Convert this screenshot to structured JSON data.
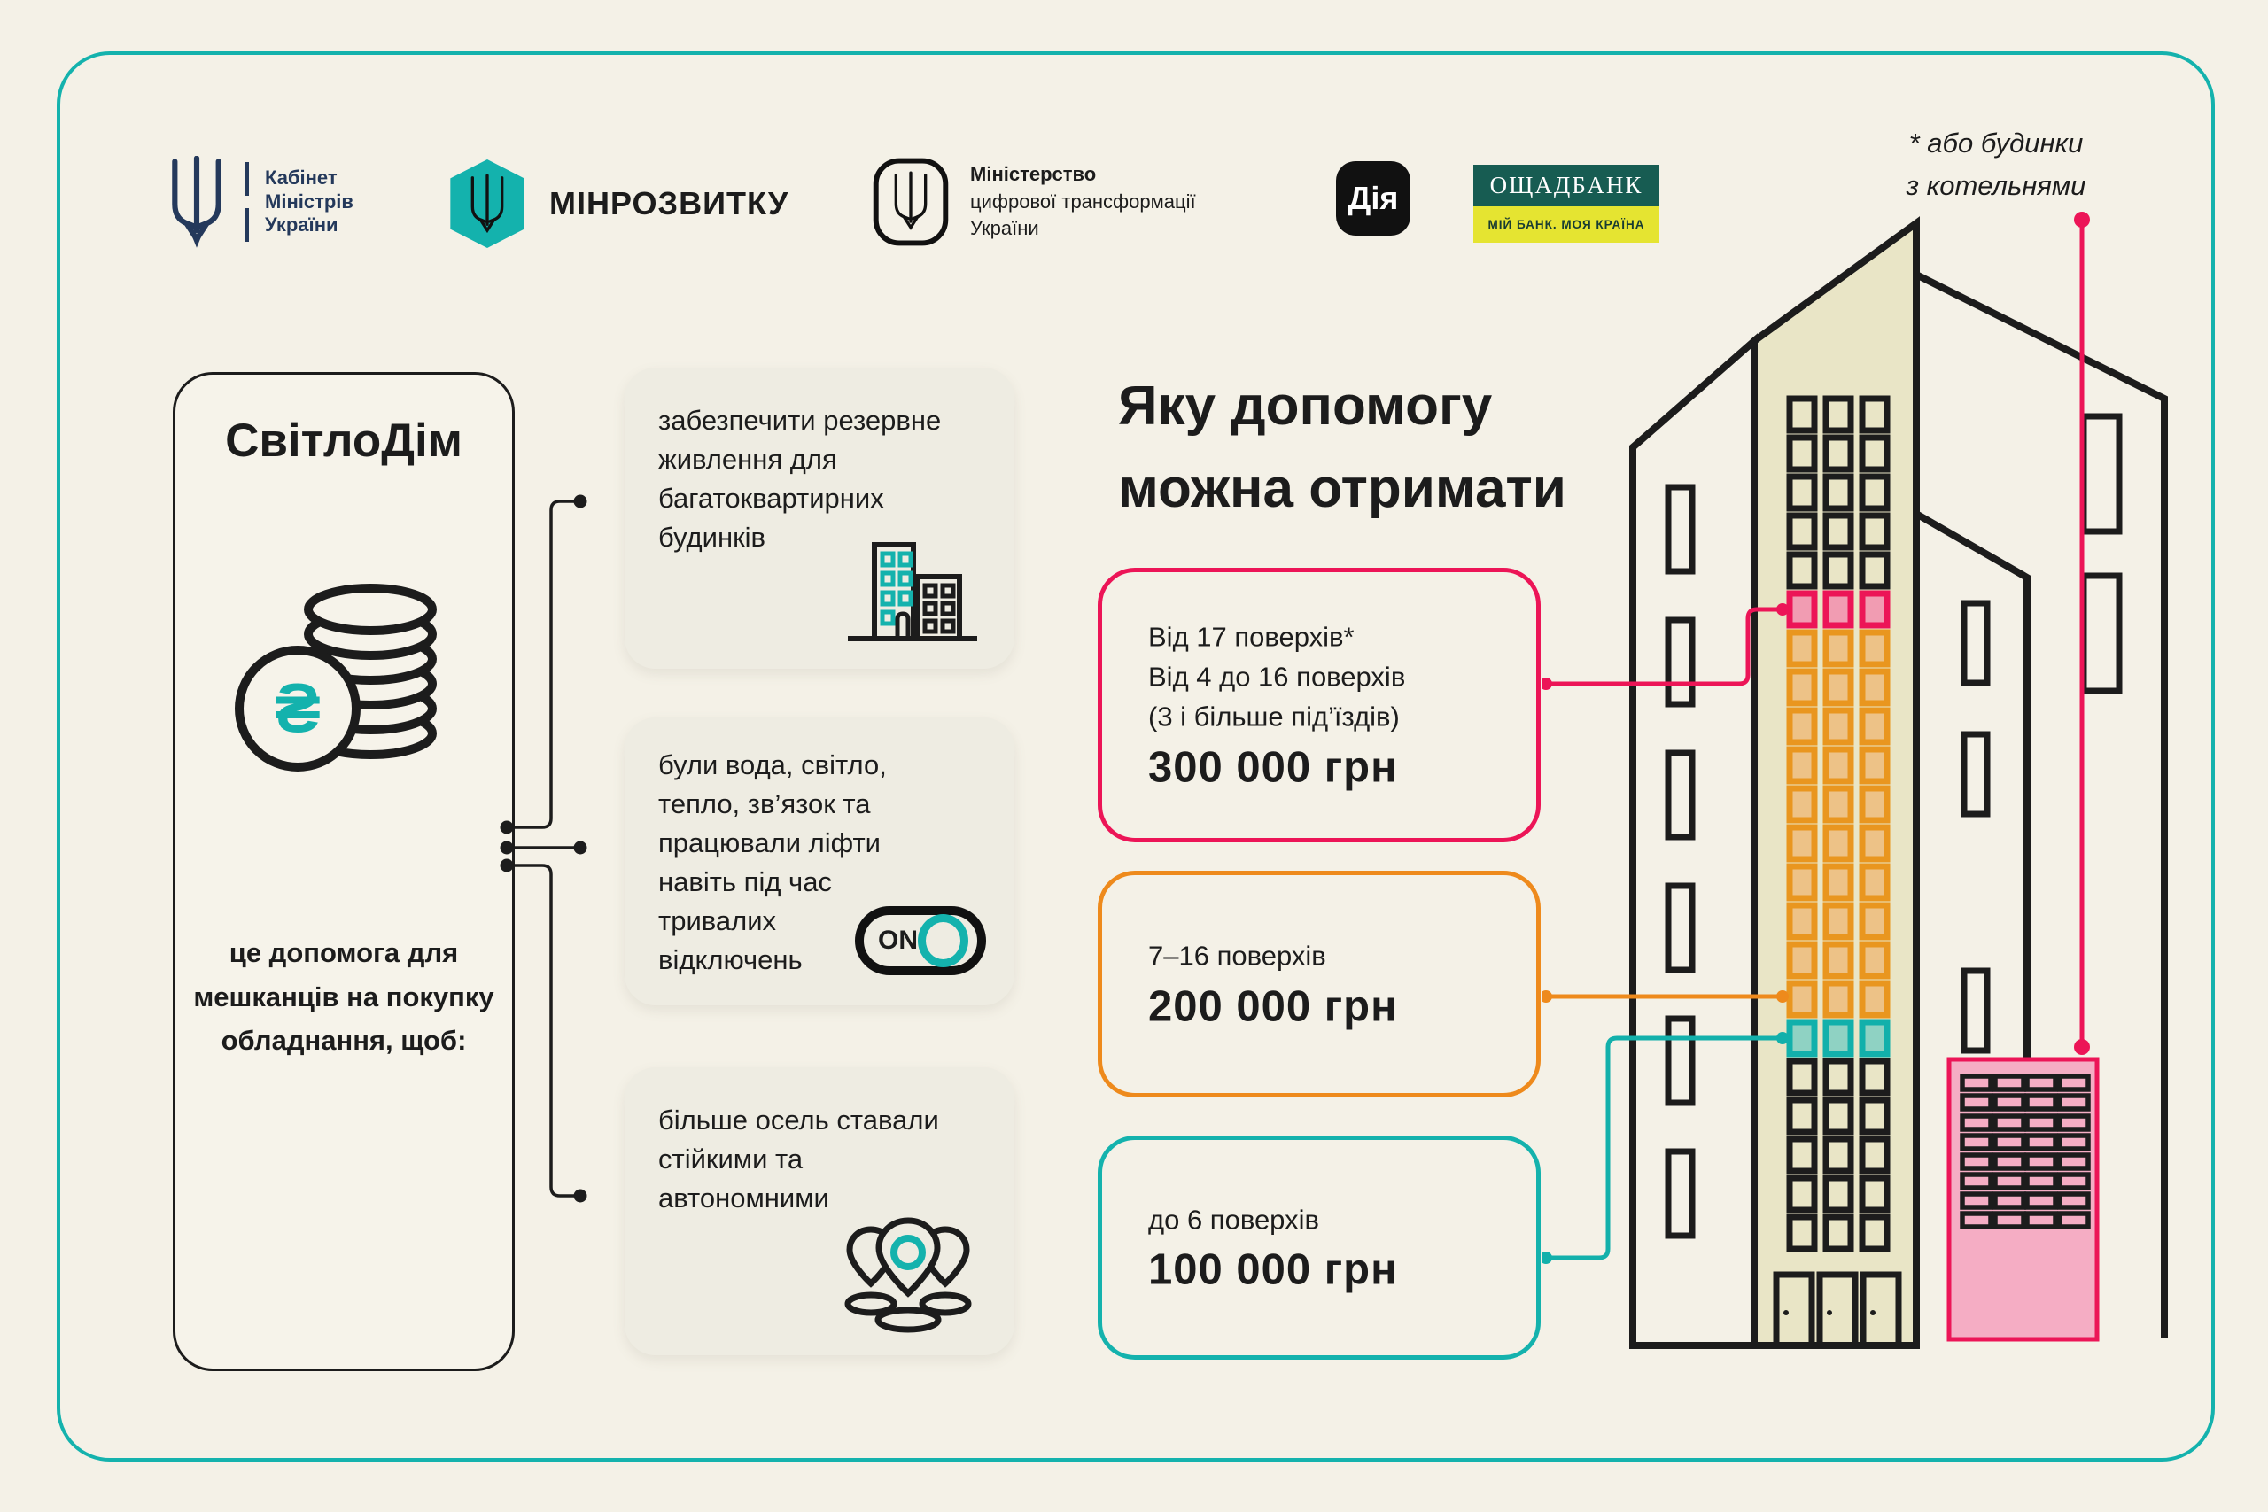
{
  "palette": {
    "background": "#f4f1e7",
    "teal": "#14b2ad",
    "crimson": "#ec1557",
    "orange": "#ee8a1c",
    "beige_building": "#e9e5c6",
    "pink_building": "#f5adc4",
    "navy": "#24395b",
    "oschad_green": "#175c52",
    "oschad_yellow": "#e5e431"
  },
  "note": {
    "line1": "* або будинки",
    "line2": "з котельнями"
  },
  "logos": {
    "kmu": {
      "line1": "Кабінет",
      "line2": "Міністрів",
      "line3": "України"
    },
    "minrozvytku": {
      "label": "МІНРОЗВИТКУ"
    },
    "mincifra": {
      "line1": "Міністерство",
      "line2": "цифрової трансформації",
      "line3": "України"
    },
    "diia": {
      "label": "Дія"
    },
    "oschadbank": {
      "title": "ОЩАДБАНК",
      "tagline": "МІЙ БАНК. МОЯ КРАЇНА"
    }
  },
  "left_panel": {
    "title": "СвітлоДім",
    "description": "це допомога для мешканців на покупку обладнання, щоб:",
    "currency_symbol": "₴"
  },
  "benefit_cards": {
    "card1": {
      "text": "забезпечити резервне живлення для багатоквартирних будинків",
      "icon": "buildings-icon"
    },
    "card2": {
      "text": "були вода, світло, тепло, зв’язок та працювали ліфти навіть під час тривалих відключень",
      "icon": "toggle-on-icon",
      "toggle_label": "ON"
    },
    "card3": {
      "text": "більше осель ставали стійкими та автономними",
      "icon": "map-pins-icon"
    }
  },
  "main": {
    "title_line1": "Яку допомогу",
    "title_line2": "можна отримати"
  },
  "aid_tiers": {
    "tier1": {
      "line1": "Від 17 поверхів*",
      "line2": "Від 4 до 16 поверхів",
      "line3": "(3 і більше під’їздів)",
      "amount": "300 000 грн",
      "color": "#ec1557"
    },
    "tier2": {
      "line1": "7–16 поверхів",
      "amount": "200 000 грн",
      "color": "#ee8a1c"
    },
    "tier3": {
      "line1": "до 6 поверхів",
      "amount": "100 000 грн",
      "color": "#14b2ad"
    }
  }
}
